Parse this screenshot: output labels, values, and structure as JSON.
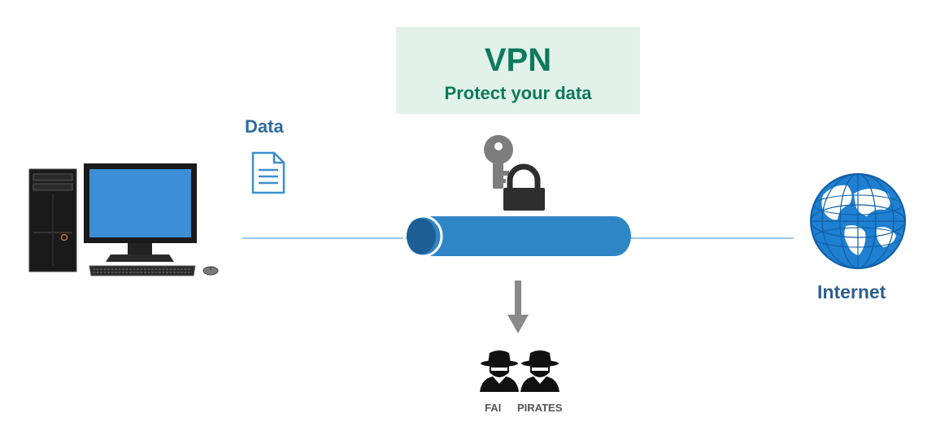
{
  "header": {
    "title": "VPN",
    "subtitle": "Protect your data"
  },
  "labels": {
    "data": "Data",
    "internet": "Internet",
    "fai": "FAI",
    "pirates": "PIRATES"
  },
  "colors": {
    "accent_green": "#0e7a5a",
    "box_bg": "#e2f2eb",
    "tunnel_blue": "#2f86c6",
    "tunnel_dark": "#1d5f95",
    "line_blue": "#7fb3d9",
    "label_blue": "#2d6aa0",
    "arrow_gray": "#8a8a8a"
  },
  "icons": [
    "computer-tower-icon",
    "monitor-icon",
    "keyboard-icon",
    "mouse-icon",
    "document-icon",
    "key-icon",
    "padlock-icon",
    "tunnel-pipe",
    "arrow-down-icon",
    "spy-icon",
    "globe-icon"
  ]
}
